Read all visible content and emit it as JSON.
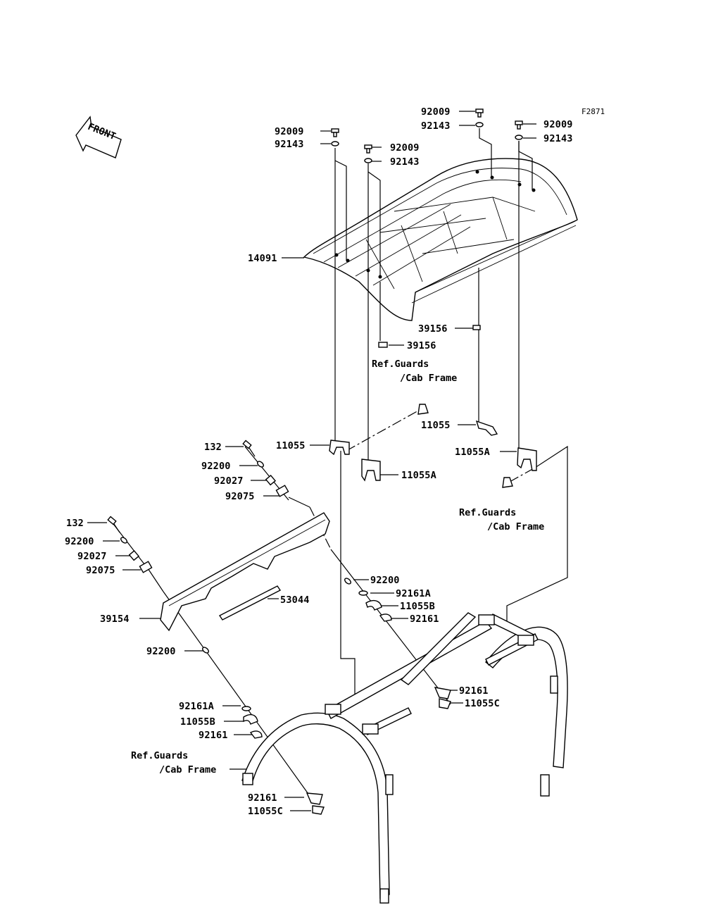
{
  "figure_code": "F2871",
  "front_arrow": {
    "text": "FRONT",
    "icon": "front-arrow-icon"
  },
  "labels": {
    "l_92009_top": "92009",
    "l_92143_top": "92143",
    "l_92009_right": "92009",
    "l_92143_right": "92143",
    "l_92009_left": "92009",
    "l_92143_left": "92143",
    "l_92009_mid": "92009",
    "l_92143_mid": "92143",
    "l_14091": "14091",
    "l_39156_right": "39156",
    "l_39156_left": "39156",
    "l_11055_right": "11055",
    "l_11055_left": "11055",
    "l_11055A_right": "11055A",
    "l_11055A_left": "11055A",
    "l_132_a": "132",
    "l_92200_a": "92200",
    "l_92027_a": "92027",
    "l_92075_a": "92075",
    "l_132_b": "132",
    "l_92200_b": "92200",
    "l_92027_b": "92027",
    "l_92075_b": "92075",
    "l_53044": "53044",
    "l_39154": "39154",
    "l_92200_c": "92200",
    "l_92200_d": "92200",
    "l_92161A_a": "92161A",
    "l_11055B_a": "11055B",
    "l_92161_a": "92161",
    "l_92161A_b": "92161A",
    "l_11055B_b": "11055B",
    "l_92161_b": "92161",
    "l_92161_c": "92161",
    "l_11055C_a": "11055C",
    "l_92161_d": "92161",
    "l_11055C_b": "11055C"
  },
  "refs": {
    "ref1_line1": "Ref.Guards",
    "ref1_line2": "/Cab Frame",
    "ref2_line1": "Ref.Guards",
    "ref2_line2": "/Cab Frame",
    "ref3_line1": "Ref.Guards",
    "ref3_line2": "/Cab Frame"
  }
}
